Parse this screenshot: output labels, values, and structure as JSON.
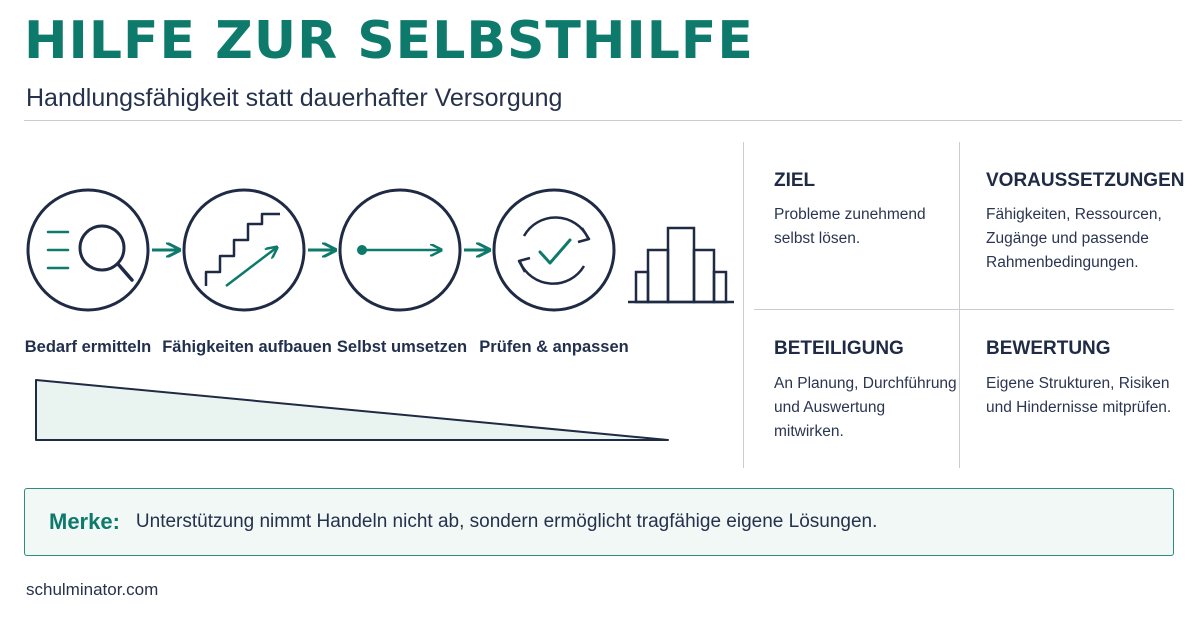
{
  "header": {
    "title": "HILFE ZUR SELBSTHILFE",
    "subtitle": "Handlungsfähigkeit statt dauerhafter Versorgung"
  },
  "process": {
    "steps": [
      {
        "label": "Bedarf ermitteln",
        "icon": "magnifier-list-icon"
      },
      {
        "label": "Fähigkeiten aufbauen",
        "icon": "stairs-arrow-icon"
      },
      {
        "label": "Selbst umsetzen",
        "icon": "dot-arrow-icon"
      },
      {
        "label": "Prüfen & anpassen",
        "icon": "cycle-check-icon"
      }
    ],
    "extra_icon": "bar-chart-icon",
    "decreasing_support_wedge": true
  },
  "cards": [
    {
      "heading": "ZIEL",
      "text_lines": [
        "Probleme zunehmend",
        "selbst lösen."
      ]
    },
    {
      "heading": "VORAUSSETZUNGEN",
      "text_lines": [
        "Fähigkeiten, Ressourcen,",
        "Zugänge und passende",
        "Rahmenbedingungen."
      ]
    },
    {
      "heading": "BETEILIGUNG",
      "text_lines": [
        "An Planung, Durchführung",
        "und Auswertung",
        "mitwirken."
      ]
    },
    {
      "heading": "BEWERTUNG",
      "text_lines": [
        "Eigene Strukturen, Risiken",
        "und Hindernisse mitprüfen."
      ]
    }
  ],
  "note": {
    "label": "Merke:",
    "text": "Unterstützung nimmt Handeln nicht ab, sondern ermöglicht tragfähige eigene Lösungen."
  },
  "footer": {
    "site": "schulminator.com"
  },
  "colors": {
    "accent": "#0e7a6b",
    "ink": "#1f2a44",
    "box_fill": "#f1f8f6",
    "wedge_fill": "#e9f4f1"
  }
}
